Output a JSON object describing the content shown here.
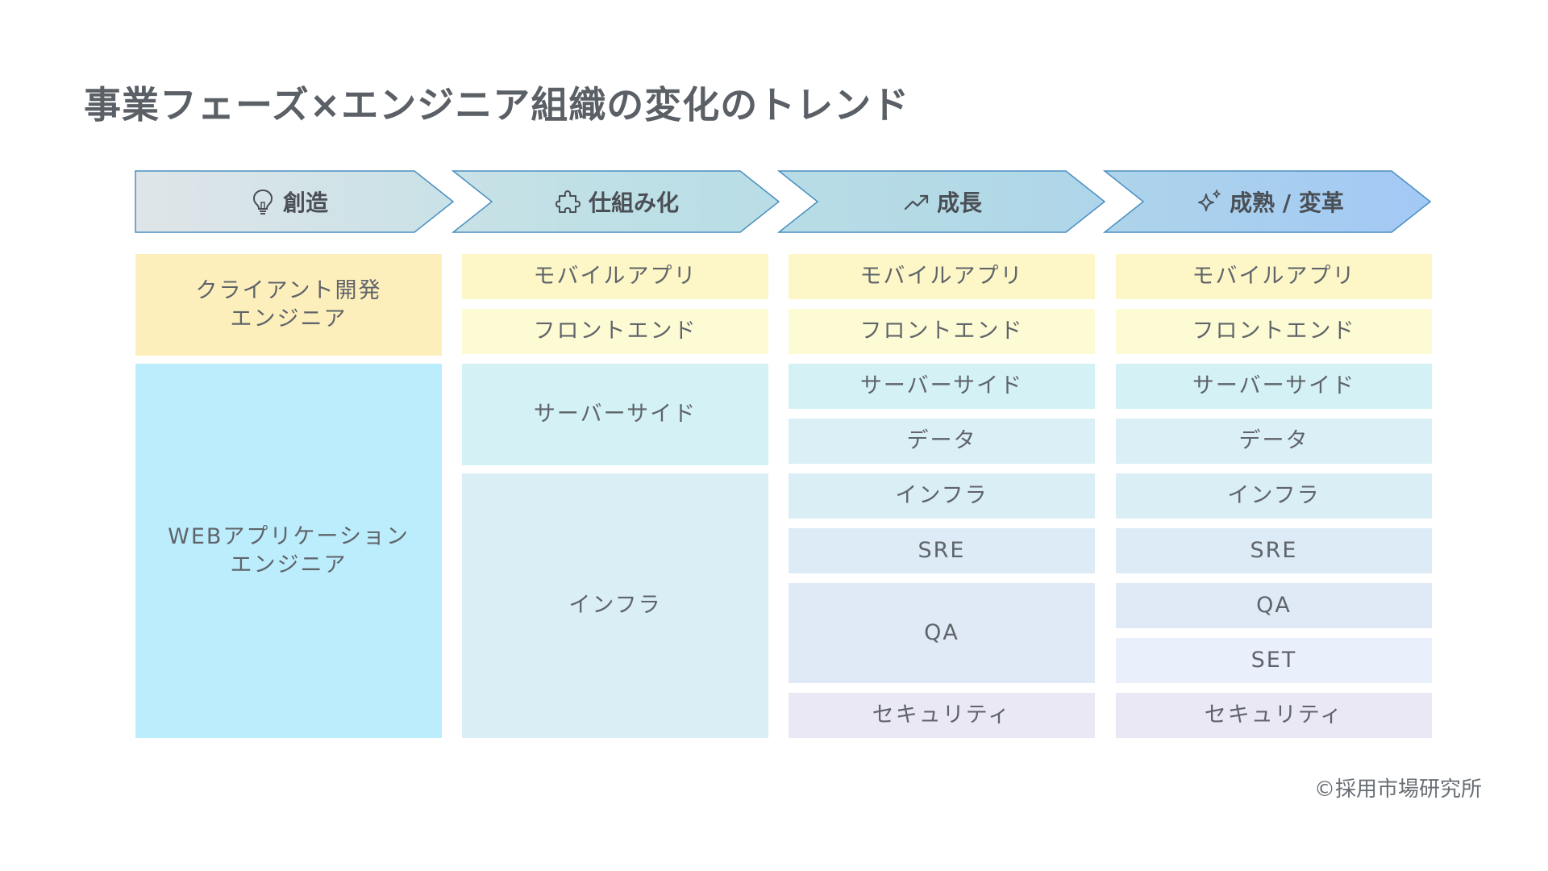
{
  "title": "事業フェーズ×エンジニア組織の変化のトレンド",
  "phases": [
    {
      "label": "創造",
      "icon": "lightbulb-icon"
    },
    {
      "label": "仕組み化",
      "icon": "puzzle-icon"
    },
    {
      "label": "成長",
      "icon": "trend-up-icon"
    },
    {
      "label": "成熟 / 変革",
      "icon": "sparkle-icon"
    }
  ],
  "columns": [
    {
      "cells": [
        {
          "label": "クライアント開発\nエンジニア",
          "color": "#fdefbc"
        },
        {
          "label": "WEBアプリケーション\nエンジニア",
          "color": "#bcedfc"
        }
      ]
    },
    {
      "cells": [
        {
          "label": "モバイルアプリ",
          "color": "#fdf6c6"
        },
        {
          "label": "フロントエンド",
          "color": "#fdfbd3"
        },
        {
          "label": "サーバーサイド",
          "color": "#d4f2f5"
        },
        {
          "label": "インフラ",
          "color": "#d9eef5"
        }
      ]
    },
    {
      "cells": [
        {
          "label": "モバイルアプリ",
          "color": "#fdf6c6"
        },
        {
          "label": "フロントエンド",
          "color": "#fdfbd3"
        },
        {
          "label": "サーバーサイド",
          "color": "#d4f2f5"
        },
        {
          "label": "データ",
          "color": "#daf0f6"
        },
        {
          "label": "インフラ",
          "color": "#d9eef5"
        },
        {
          "label": "SRE",
          "color": "#dcebf6"
        },
        {
          "label": "QA",
          "color": "#e0eaf7"
        },
        {
          "label": "セキュリティ",
          "color": "#ebe8f6"
        }
      ]
    },
    {
      "cells": [
        {
          "label": "モバイルアプリ",
          "color": "#fdf6c6"
        },
        {
          "label": "フロントエンド",
          "color": "#fdfbd3"
        },
        {
          "label": "サーバーサイド",
          "color": "#d4f2f5"
        },
        {
          "label": "データ",
          "color": "#daf0f6"
        },
        {
          "label": "インフラ",
          "color": "#d9eef5"
        },
        {
          "label": "SRE",
          "color": "#dcebf6"
        },
        {
          "label": "QA",
          "color": "#e0eaf7"
        },
        {
          "label": "SET",
          "color": "#e9f0fc"
        },
        {
          "label": "セキュリティ",
          "color": "#ebe8f6"
        }
      ]
    }
  ],
  "copyright": "©採用市場研究所",
  "colors": {
    "arrow_stroke": "#4a8fc0",
    "arrow_start": "#dfe5e8",
    "arrow_end": "#a2c8f5"
  }
}
